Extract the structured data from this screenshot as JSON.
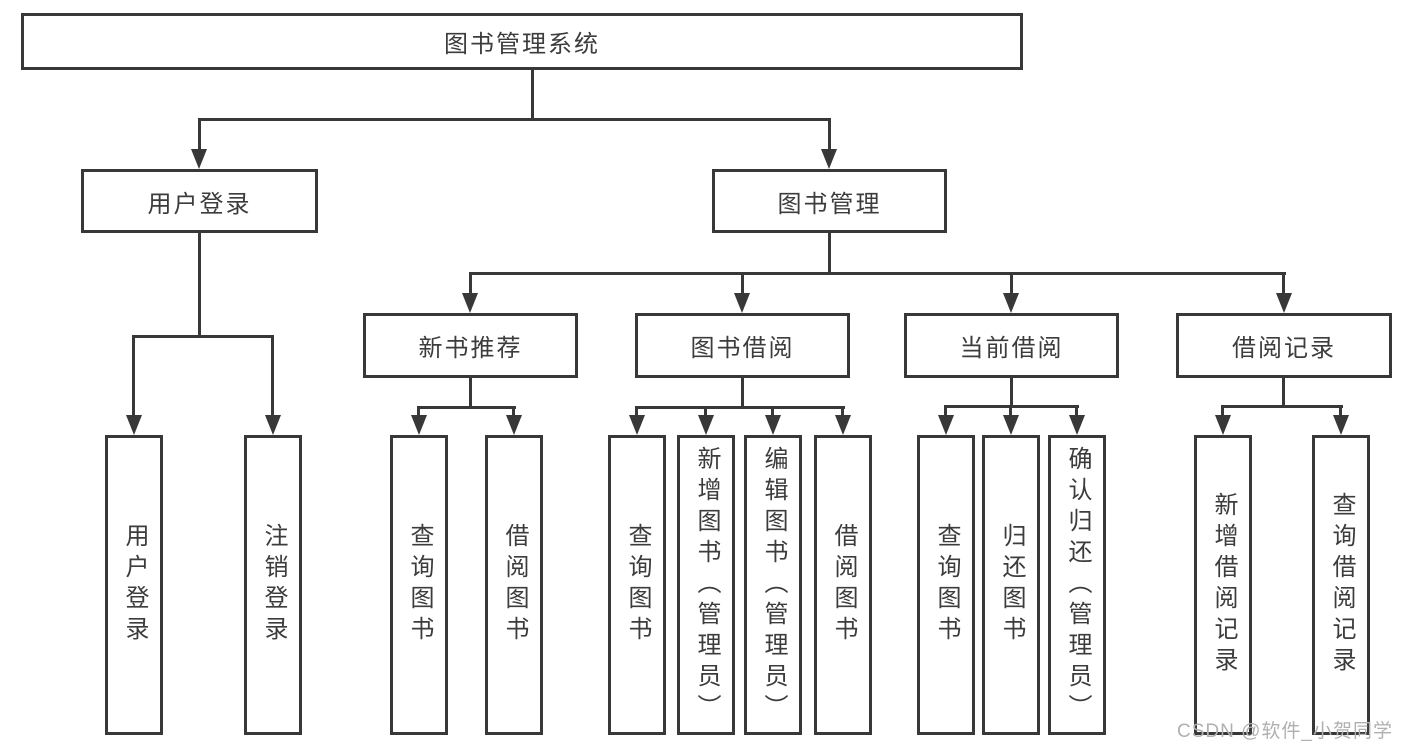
{
  "diagram_title": "图书管理系统",
  "tree": {
    "label": "图书管理系统",
    "children": [
      {
        "label": "用户登录",
        "children": [
          {
            "label": "用户登录"
          },
          {
            "label": "注销登录"
          }
        ]
      },
      {
        "label": "图书管理",
        "children": [
          {
            "label": "新书推荐",
            "children": [
              {
                "label": "查询图书"
              },
              {
                "label": "借阅图书"
              }
            ]
          },
          {
            "label": "图书借阅",
            "children": [
              {
                "label": "查询图书"
              },
              {
                "label": "新增图书（管理员）"
              },
              {
                "label": "编辑图书（管理员）"
              },
              {
                "label": "借阅图书"
              }
            ]
          },
          {
            "label": "当前借阅",
            "children": [
              {
                "label": "查询图书"
              },
              {
                "label": "归还图书"
              },
              {
                "label": "确认归还（管理员）"
              }
            ]
          },
          {
            "label": "借阅记录",
            "children": [
              {
                "label": "新增借阅记录"
              },
              {
                "label": "查询借阅记录"
              }
            ]
          }
        ]
      }
    ]
  },
  "watermark": {
    "text": "CSDN @软件_小贺同学"
  },
  "colors": {
    "line": "#383838",
    "text": "#3c3c3c",
    "background": "#ffffff",
    "watermark": "#b0b0b0"
  }
}
